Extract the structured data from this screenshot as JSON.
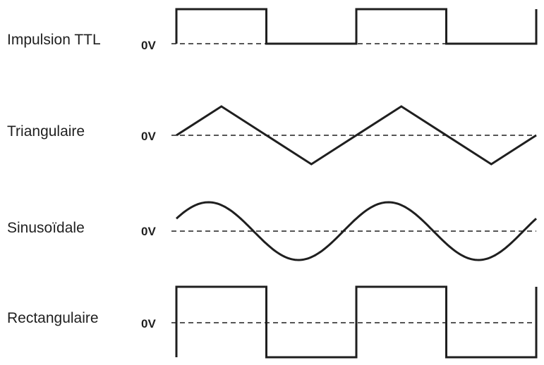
{
  "waveforms": [
    {
      "id": "ttl",
      "label": "Impulsion TTL",
      "zero_label": "0V",
      "shape": "ttl-pulse",
      "periods": 2
    },
    {
      "id": "triangle",
      "label": "Triangulaire",
      "zero_label": "0V",
      "shape": "triangle",
      "periods": 2
    },
    {
      "id": "sine",
      "label": "Sinusoïdale",
      "zero_label": "0V",
      "shape": "sine",
      "periods": 2
    },
    {
      "id": "rect",
      "label": "Rectangulaire",
      "zero_label": "0V",
      "shape": "square",
      "periods": 2
    }
  ],
  "colors": {
    "line": "#1f1f1f",
    "background": "#ffffff"
  }
}
